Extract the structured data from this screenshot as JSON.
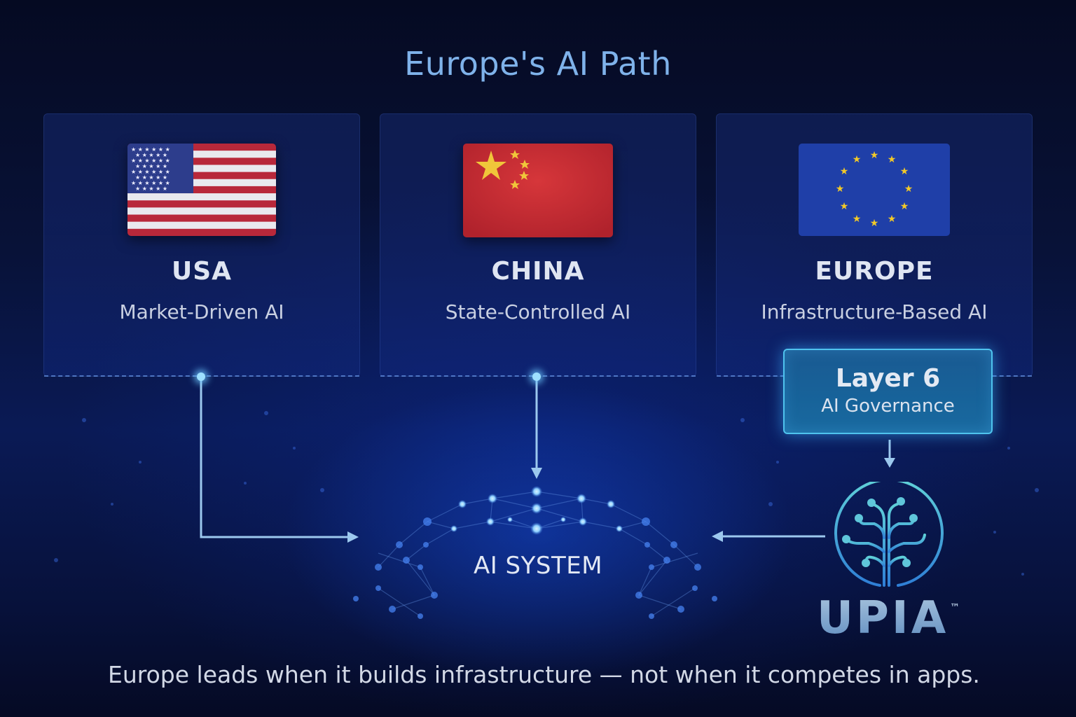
{
  "title": "Europe's AI Path",
  "cards": [
    {
      "name": "USA",
      "subtitle": "Market-Driven AI",
      "flag": "us-flag"
    },
    {
      "name": "CHINA",
      "subtitle": "State-Controlled AI",
      "flag": "china-flag"
    },
    {
      "name": "EUROPE",
      "subtitle": "Infrastructure-Based AI",
      "flag": "eu-flag"
    }
  ],
  "layer": {
    "title": "Layer 6",
    "subtitle": "AI Governance"
  },
  "center": {
    "label": "AI SYSTEM",
    "icon": "neural-network-icon"
  },
  "brand": {
    "name": "UPIA",
    "trademark": "™",
    "icon": "brain-circuit-icon"
  },
  "tagline": "Europe leads when it builds infrastructure — not when it competes in apps.",
  "colors": {
    "title": "#7fb2ea",
    "accent": "#4fc3ee",
    "connector": "#9cc8ee",
    "background": "#081238"
  }
}
